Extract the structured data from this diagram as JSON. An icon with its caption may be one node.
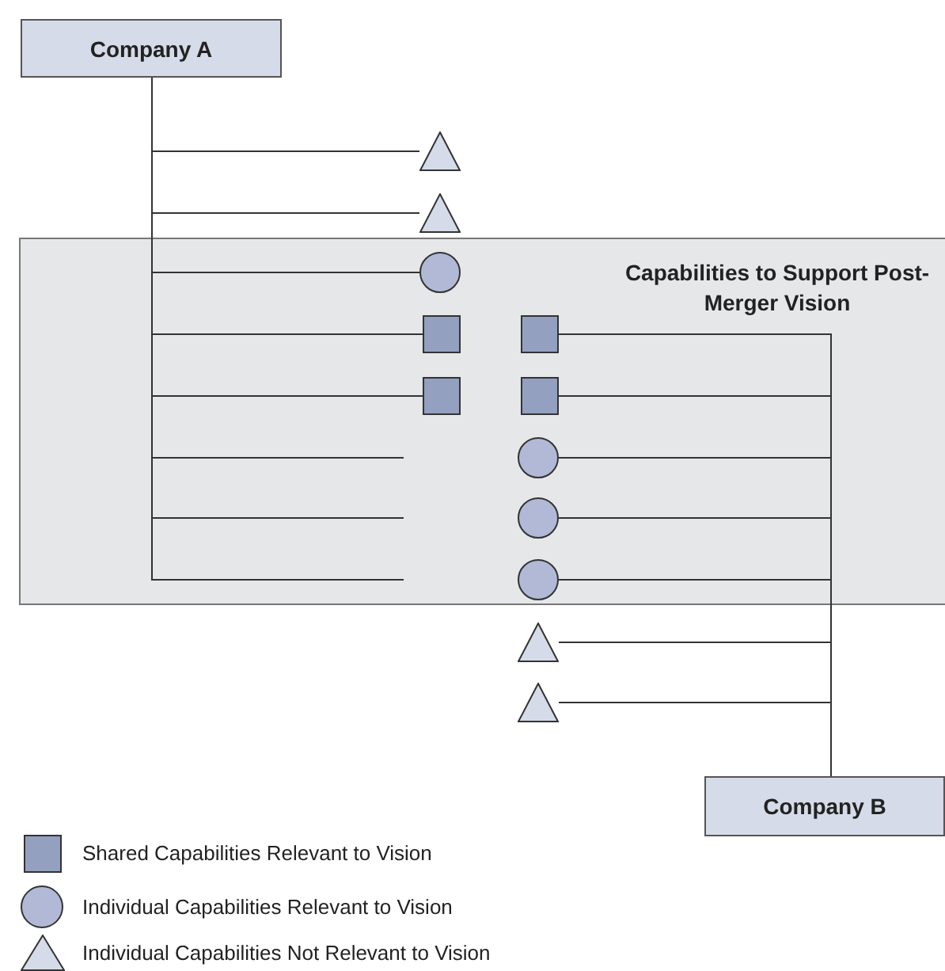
{
  "diagram": {
    "nodes": [
      {
        "text": [
          "Company A"
        ]
      },
      {
        "text": [],
        "shape": "triangle"
      },
      {
        "text": [],
        "shape": "triangle"
      },
      {
        "text": [
          "Capabilities to Support Post-Merger Vision"
        ]
      },
      {
        "text": [],
        "shape": "circle",
        "in": 3
      },
      {
        "text": [],
        "shape": "box",
        "in": 3
      },
      {
        "text": [],
        "shape": "box",
        "in": 3
      },
      {
        "text": [],
        "shape": "box",
        "in": 3
      },
      {
        "text": [],
        "shape": "box",
        "in": 3
      },
      {
        "text": [],
        "shape": "circle",
        "in": 3
      },
      {
        "text": [],
        "shape": "circle",
        "in": 3
      },
      {
        "text": [],
        "shape": "circle",
        "in": 3
      },
      {
        "text": [],
        "shape": "triangle"
      },
      {
        "text": [],
        "shape": "triangle"
      },
      {
        "text": [
          "Company B"
        ]
      }
    ],
    "edges": [
      {
        "from": 0,
        "to": 1,
        "arrow": "none"
      },
      {
        "from": 0,
        "to": 2,
        "arrow": "none"
      },
      {
        "from": 0,
        "to": 4,
        "arrow": "none"
      },
      {
        "from": 0,
        "to": 5,
        "arrow": "none"
      },
      {
        "from": 0,
        "to": 7,
        "arrow": "none"
      },
      {
        "from": 0,
        "to": null,
        "arrow": "none"
      },
      {
        "from": 0,
        "to": null,
        "arrow": "none"
      },
      {
        "from": 0,
        "to": null,
        "arrow": "none"
      },
      {
        "from": 14,
        "to": 6,
        "arrow": "none"
      },
      {
        "from": 14,
        "to": 8,
        "arrow": "none"
      },
      {
        "from": 14,
        "to": 9,
        "arrow": "none"
      },
      {
        "from": 14,
        "to": 10,
        "arrow": "none"
      },
      {
        "from": 14,
        "to": 11,
        "arrow": "none"
      },
      {
        "from": 14,
        "to": 12,
        "arrow": "none"
      },
      {
        "from": 14,
        "to": 13,
        "arrow": "none"
      }
    ],
    "legend": [
      {
        "text": "Shared Capabilities Relevant to Vision"
      },
      {
        "text": "Individual Capabilities Relevant to Vision"
      },
      {
        "text": "Individual Capabilities Not Relevant to Vision"
      }
    ]
  }
}
